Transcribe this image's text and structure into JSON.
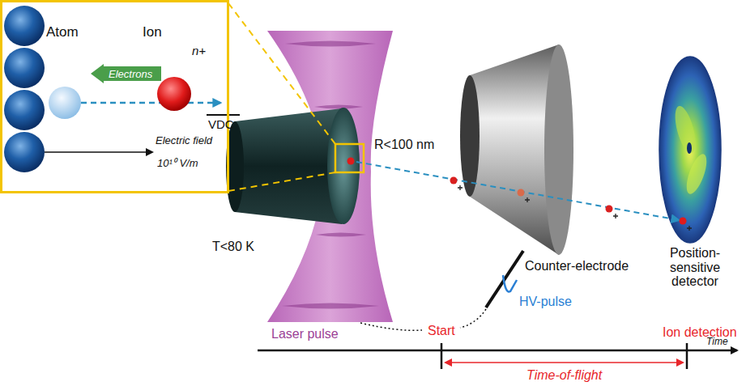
{
  "diagram": {
    "nodes": [
      {
        "text": [
          "Atom",
          "Ion",
          "n+",
          "Electric field",
          "10¹⁰ V/m"
        ]
      },
      {
        "text": [
          "Electrons"
        ],
        "in": 0
      }
    ],
    "labels": [
      "VDC",
      "R<100 nm",
      "T<80 K",
      "Laser pulse",
      "Counter-electrode",
      "HV-pulse",
      "Position-sensitive detector",
      "Start",
      "Ion detection",
      "Time",
      "Time-of-flight"
    ]
  }
}
